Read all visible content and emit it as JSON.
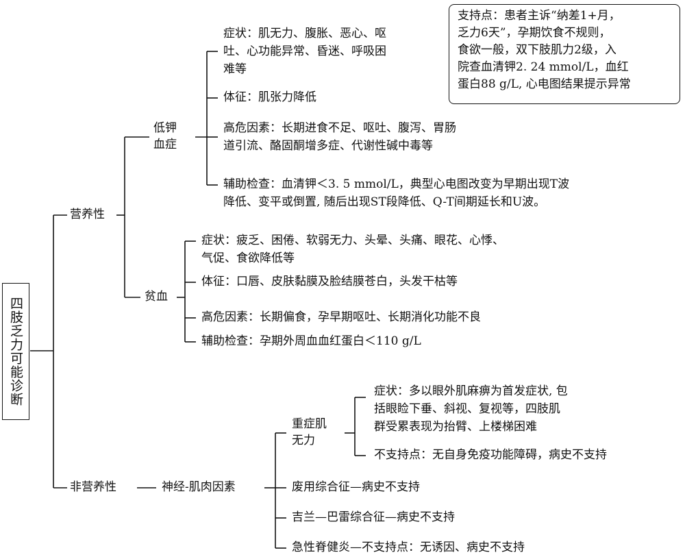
{
  "root": "四肢乏力可能诊断",
  "support": {
    "lines": [
      "支持点：患者主诉“纳差1+月，",
      "乏力6天”，孕期饮食不规则，",
      "食欲一般，双下肢肌力2级，入",
      "院查血清钾2. 24 mmol/L，血红",
      "蛋白88 g/L, 心电图结果提示异常"
    ]
  },
  "nutritional": {
    "label": "营养性",
    "hypokalemia": {
      "label_lines": [
        "低钾",
        "血症"
      ],
      "symptoms": [
        "症状：肌无力、腹胀、恶心、呕",
        "吐、心功能异常、昏迷、呼吸困",
        "难等"
      ],
      "signs": "体征：肌张力降低",
      "risk": [
        "高危因素：长期进食不足、呕吐、腹泻、胃肠",
        "道引流、酪固酮增多症、代谢性碱中毒等"
      ],
      "exam": [
        "辅助检查：血清钾＜3. 5 mmol/L，典型心电图改变为早期出现T波",
        "降低、变平或倒置, 随后出现ST段降低、Q-T间期延长和U波。"
      ]
    },
    "anemia": {
      "label": "贫血",
      "symptoms": [
        "症状：疲乏、困倦、软弱无力、头晕、头痛、眼花、心悸、",
        "气促、食欲降低等"
      ],
      "signs": "体征：口唇、皮肤黏膜及脸结膜苍白，头发干枯等",
      "risk": "高危因素：长期偏食，孕早期呕吐、长期消化功能不良",
      "exam": "辅助检查：孕期外周血血红蛋白＜110 g/L"
    }
  },
  "non_nutritional": {
    "label": "非营养性",
    "neuro": {
      "label": "神经-肌肉因素",
      "myasthenia": {
        "label_lines": [
          "重症肌",
          "无力"
        ],
        "symptoms": [
          "症状：多以眼外肌麻痹为首发症状, 包",
          "括眼睑下垂、斜视、复视等，四肢肌",
          "群受累表现为抬臂、上楼梯困难"
        ],
        "not_support": "不支持点：无自身免疫功能障碍，病史不支持"
      },
      "disuse": "废用综合征—病史不支持",
      "gbs": "吉兰—巴雷综合征—病史不支持",
      "myelitis": "急性脊健炎—不支持点：无诱因、病史不支持"
    }
  }
}
